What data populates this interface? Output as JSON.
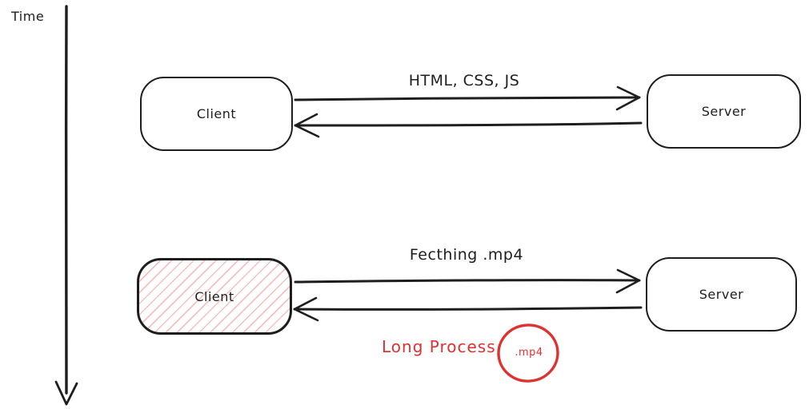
{
  "timeline": {
    "label": "Time"
  },
  "rows": [
    {
      "client_label": "Client",
      "server_label": "Server",
      "request_label": "HTML, CSS, JS"
    },
    {
      "client_label": "Client",
      "server_label": "Server",
      "request_label": "Fecthing .mp4",
      "annotation_label": "Long Process",
      "circle_label": ".mp4"
    }
  ],
  "colors": {
    "stroke": "#1e1e1e",
    "accent_red": "#e03131",
    "hatch_pink": "#f0a6a6",
    "background": "#ffffff"
  }
}
